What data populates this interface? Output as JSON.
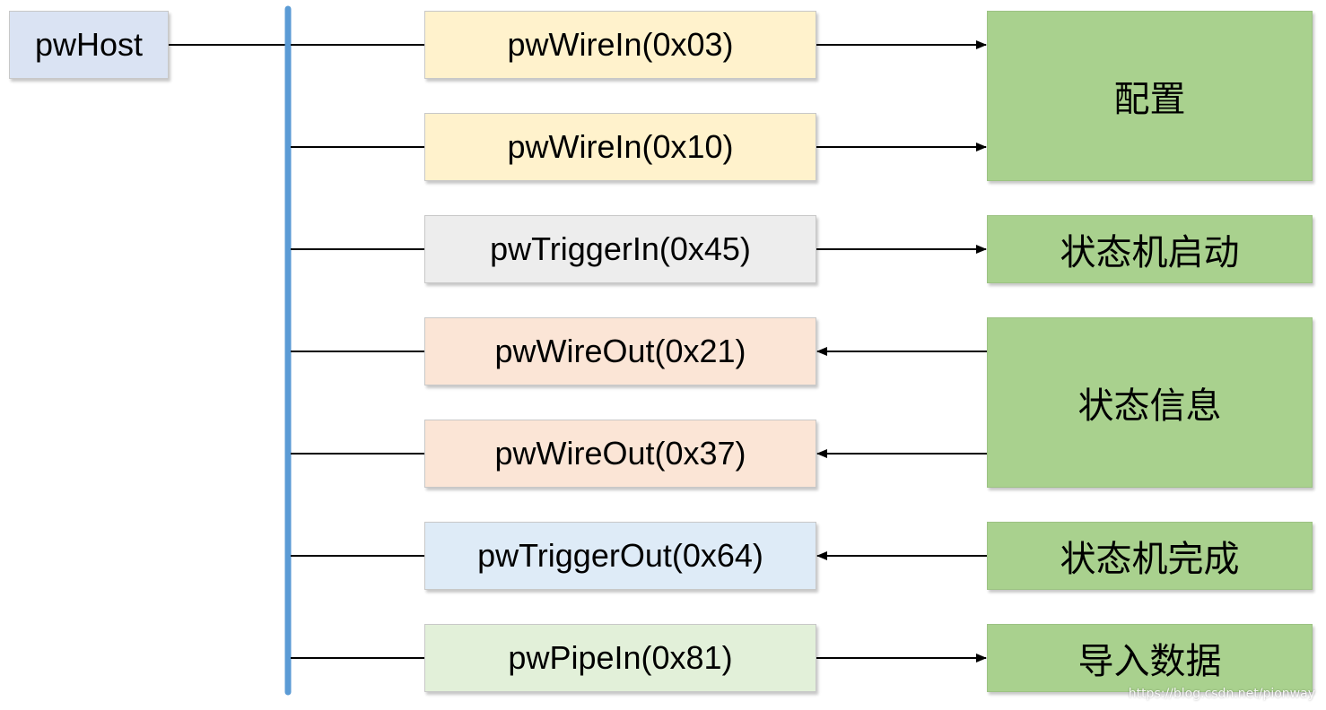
{
  "host": {
    "label": "pwHost"
  },
  "endpoints": [
    {
      "label": "pwWireIn(0x03)"
    },
    {
      "label": "pwWireIn(0x10)"
    },
    {
      "label": "pwTriggerIn(0x45)"
    },
    {
      "label": "pwWireOut(0x21)"
    },
    {
      "label": "pwWireOut(0x37)"
    },
    {
      "label": "pwTriggerOut(0x64)"
    },
    {
      "label": "pwPipeIn(0x81)"
    }
  ],
  "functions": [
    {
      "label": "配置"
    },
    {
      "label": "状态机启动"
    },
    {
      "label": "状态信息"
    },
    {
      "label": "状态机完成"
    },
    {
      "label": "导入数据"
    }
  ],
  "colors": {
    "bus": "#5b9bd5",
    "host_fill": "#dae3f3",
    "wirein_fill": "#fff2cc",
    "triggerin_fill": "#ededed",
    "wireout_fill": "#fbe5d6",
    "triggerout_fill": "#deebf7",
    "pipein_fill": "#e2f0d9",
    "function_fill": "#a9d18e"
  },
  "watermark": "https://blog.csdn.net/pionway"
}
